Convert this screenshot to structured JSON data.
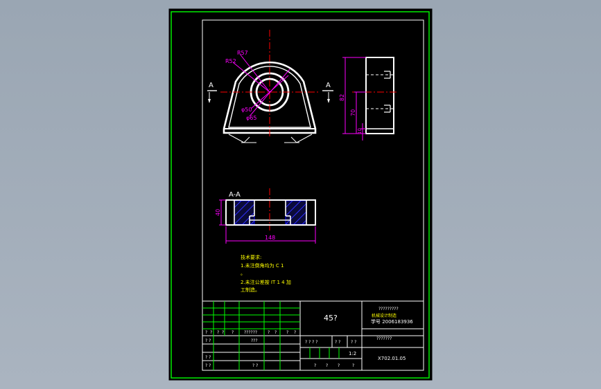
{
  "colors": {
    "background": "#9aa6b3",
    "sheet": "#000000",
    "sheet_border": "#00ff00",
    "outline": "#ffffff",
    "center_line": "#ff0000",
    "dimension": "#ff00ff",
    "text": "#ffff00",
    "hatch": "#0000ff",
    "table_line": "#00ff00"
  },
  "drawing": {
    "section_arrow_left": "A",
    "section_arrow_right": "A",
    "section_title": "A-A",
    "dim_r57": "R57",
    "dim_r52": "R52",
    "dim_d50": "φ50",
    "dim_d65": "φ65",
    "dim_82": "82",
    "dim_70": "70",
    "dim_10": "10",
    "dim_40": "40",
    "dim_148": "148"
  },
  "notes": {
    "title": "技术要求:",
    "line1": "1.未注倒角均为 C 1",
    "line2": "。",
    "line3": "2.未注公差按 IT 1 4 加",
    "line4": "工制造。"
  },
  "title_block": {
    "material": "45?",
    "school_line1": "?????????",
    "school_line2": "机械设计制造",
    "student_id": "学号 2006183936",
    "part_name": "???????",
    "drawing_number": "X702.01.05",
    "scale": "1:2",
    "row_header": [
      "?",
      "?",
      "?",
      "?",
      "?",
      "??????",
      "?",
      "?",
      "?",
      "?"
    ],
    "designer_label": "? ?",
    "standard_label": "???",
    "review_label": "? ?",
    "process_label": "? ?",
    "approve_label": "? ?",
    "stage_label": "? ? ? ?",
    "weight_label": "? ?",
    "scale_label": "? ?",
    "sheets_label": "?",
    "sheet_of_label": "?",
    "sheet_num_label": "?",
    "sheet_total_label": "?"
  }
}
